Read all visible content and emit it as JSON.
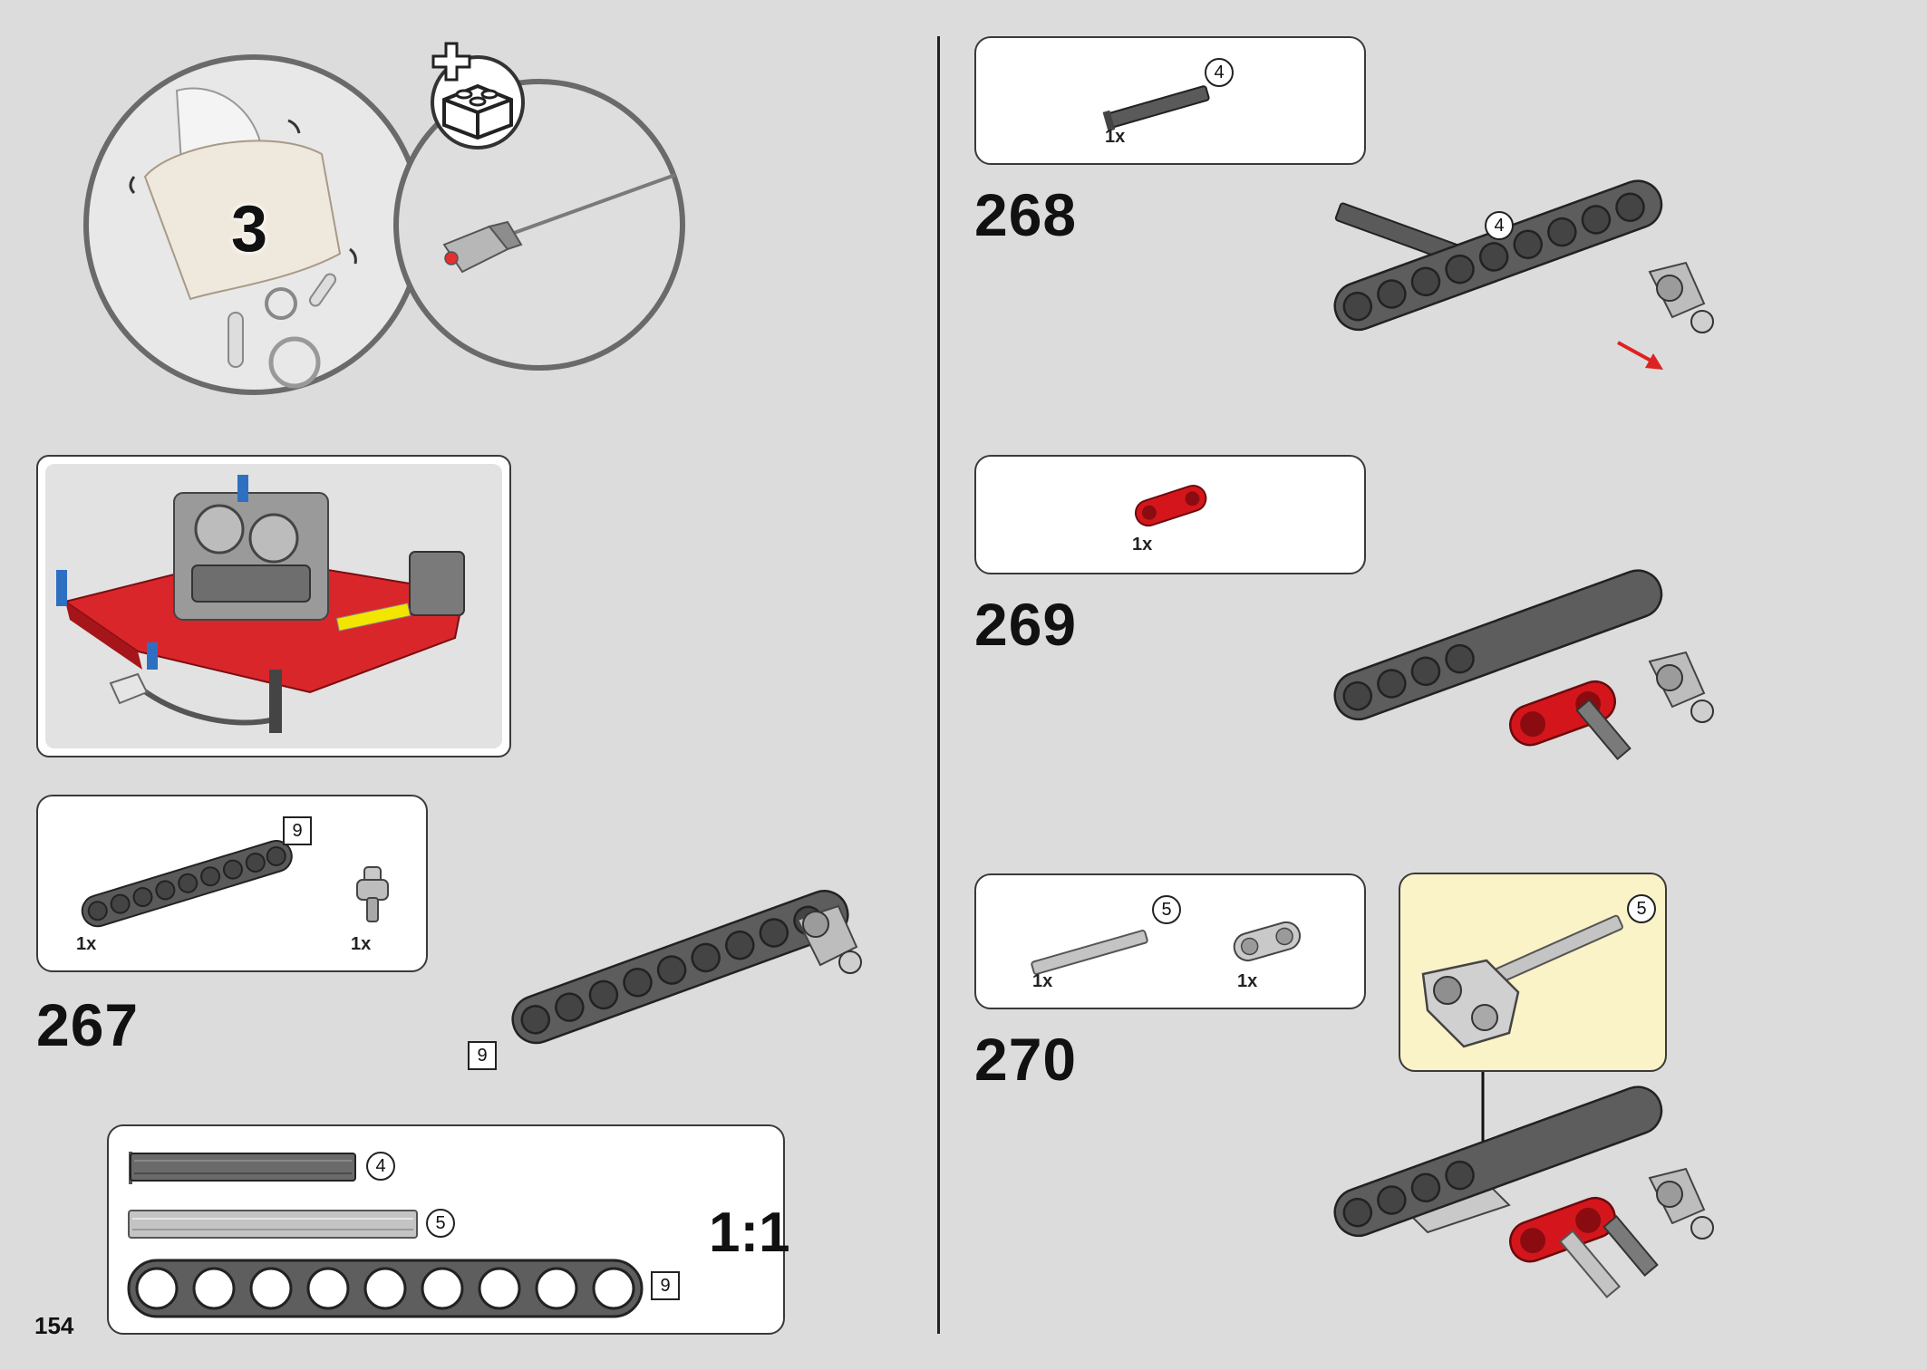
{
  "page": {
    "number": "154",
    "divider": true
  },
  "bag": {
    "number": "3"
  },
  "steps": [
    {
      "number": "267",
      "parts": [
        {
          "qty": "1x",
          "length_badge": "9",
          "icon": "gray-liftarm-9"
        },
        {
          "qty": "1x",
          "icon": "gray-axle-connector"
        }
      ],
      "model_length_badge": "9"
    },
    {
      "number": "268",
      "parts": [
        {
          "qty": "1x",
          "length_badge": "4",
          "icon": "dark-gray-axle-4"
        }
      ],
      "model_length_badge": "4"
    },
    {
      "number": "269",
      "parts": [
        {
          "qty": "1x",
          "icon": "red-axle-pin-connector"
        }
      ]
    },
    {
      "number": "270",
      "parts": [
        {
          "qty": "1x",
          "length_badge": "5",
          "icon": "light-gray-axle-5"
        },
        {
          "qty": "1x",
          "icon": "light-gray-connector"
        }
      ],
      "callout_length_badge": "5"
    }
  ],
  "ruler": {
    "scale_label": "1:1",
    "items": [
      {
        "badge": "4",
        "icon": "axle-4"
      },
      {
        "badge": "5",
        "icon": "axle-5"
      },
      {
        "badge": "9",
        "icon": "liftarm-9"
      }
    ]
  },
  "colors": {
    "background": "#dcdcdc",
    "panel_border": "#3a3a3a",
    "callout_yellow": "#fbf3c8",
    "part_dark_gray": "#5a5a5a",
    "part_red": "#d4161c",
    "part_light_gray": "#bdbdbd"
  }
}
